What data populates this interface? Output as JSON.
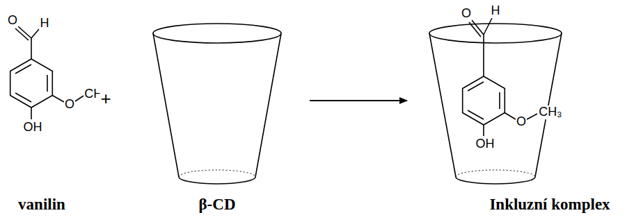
{
  "diagram": {
    "labels": [
      "O",
      "H",
      "O",
      "CH₃",
      "OH",
      "+",
      "vanilin",
      "β-CD",
      "O",
      "H",
      "O",
      "CH₃",
      "OH",
      "Inkluzní komplex"
    ]
  }
}
